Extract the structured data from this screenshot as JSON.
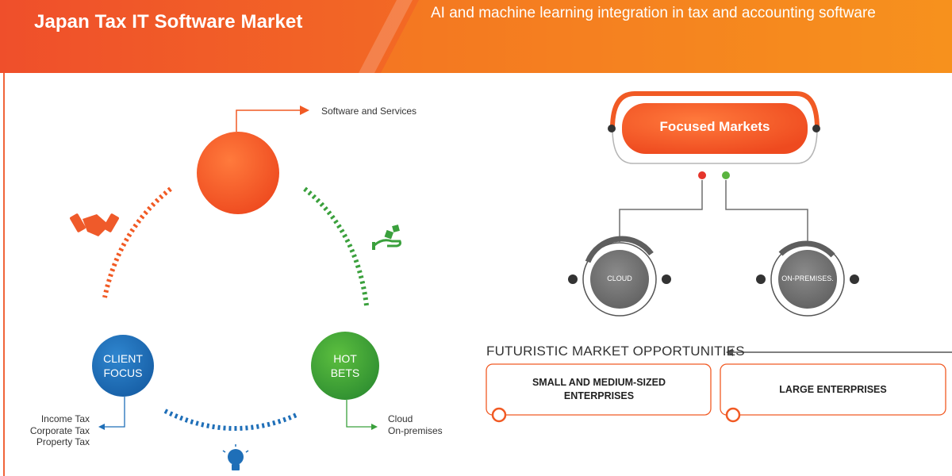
{
  "header": {
    "title": "Japan Tax IT Software Market",
    "subtitle": "AI and machine learning integration in tax and accounting software"
  },
  "cycle": {
    "top_node_label": "Software and Services",
    "client_focus": {
      "line1": "CLIENT",
      "line2": "FOCUS",
      "items": [
        "Income Tax",
        "Corporate Tax",
        "Property Tax"
      ]
    },
    "hot_bets": {
      "line1": "HOT",
      "line2": "BETS",
      "items": [
        "Cloud",
        "On-premises"
      ]
    },
    "icons": [
      "handshake-icon",
      "money-dice-icon",
      "lightbulb-icon"
    ]
  },
  "focused_markets": {
    "title": "Focused Markets",
    "segments": [
      "CLOUD",
      "ON-PREMISES."
    ]
  },
  "opportunities": {
    "title": "FUTURISTIC MARKET OPPORTUNITIES",
    "boxes": [
      "SMALL AND MEDIUM-SIZED ENTERPRISES",
      "LARGE ENTERPRISES"
    ]
  },
  "colors": {
    "orange": "#f15a24",
    "blue": "#1f6fb8",
    "green": "#3aa03c",
    "gray": "#6f6f6f"
  }
}
